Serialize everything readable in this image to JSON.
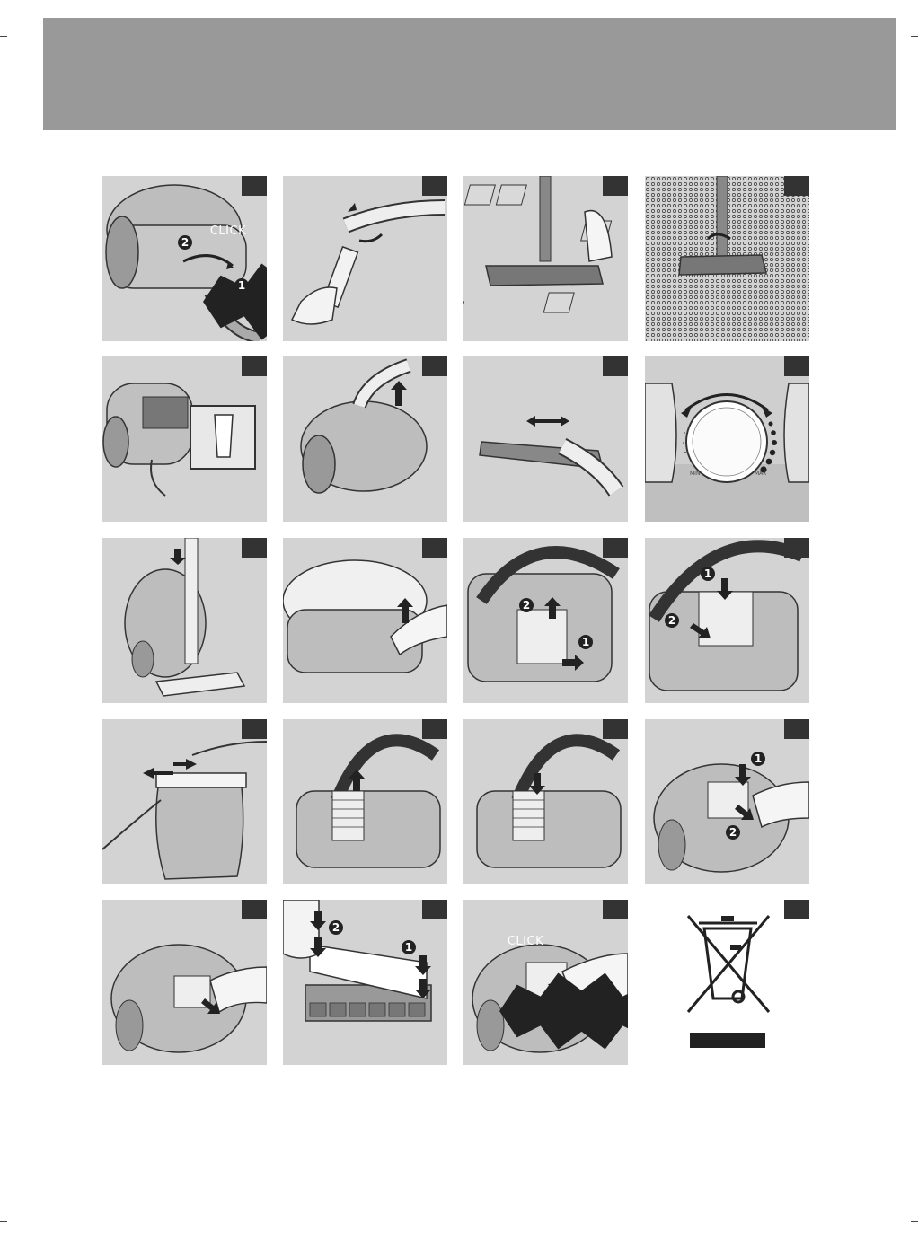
{
  "panels": [
    {
      "id": 1,
      "callouts": [
        "CLICK",
        "1",
        "2"
      ]
    },
    {
      "id": 2,
      "callouts": []
    },
    {
      "id": 3,
      "callouts": []
    },
    {
      "id": 4,
      "callouts": []
    },
    {
      "id": 5,
      "callouts": []
    },
    {
      "id": 6,
      "callouts": []
    },
    {
      "id": 7,
      "callouts": []
    },
    {
      "id": 8,
      "callouts": [
        "MIN",
        "MAX"
      ]
    },
    {
      "id": 9,
      "callouts": []
    },
    {
      "id": 10,
      "callouts": []
    },
    {
      "id": 11,
      "callouts": [
        "1",
        "2"
      ]
    },
    {
      "id": 12,
      "callouts": [
        "1",
        "2"
      ]
    },
    {
      "id": 13,
      "callouts": []
    },
    {
      "id": 14,
      "callouts": []
    },
    {
      "id": 15,
      "callouts": []
    },
    {
      "id": 16,
      "callouts": [
        "1",
        "2"
      ]
    },
    {
      "id": 17,
      "callouts": []
    },
    {
      "id": 18,
      "callouts": [
        "2",
        "1"
      ]
    },
    {
      "id": 19,
      "callouts": [
        "CLICK"
      ]
    },
    {
      "id": 20,
      "callouts": []
    }
  ],
  "labels": {
    "click": "CLICK",
    "step_one": "1",
    "step_two": "2",
    "min": "MIN",
    "max": "MAX"
  },
  "icons": [
    "crossed-out-wheeled-bin-icon",
    "arrow-icon",
    "vacuum-cleaner-icon"
  ],
  "colors": {
    "header_band": "#999999",
    "panel_bg": "#d3d3d3",
    "number_box": "#333333"
  }
}
